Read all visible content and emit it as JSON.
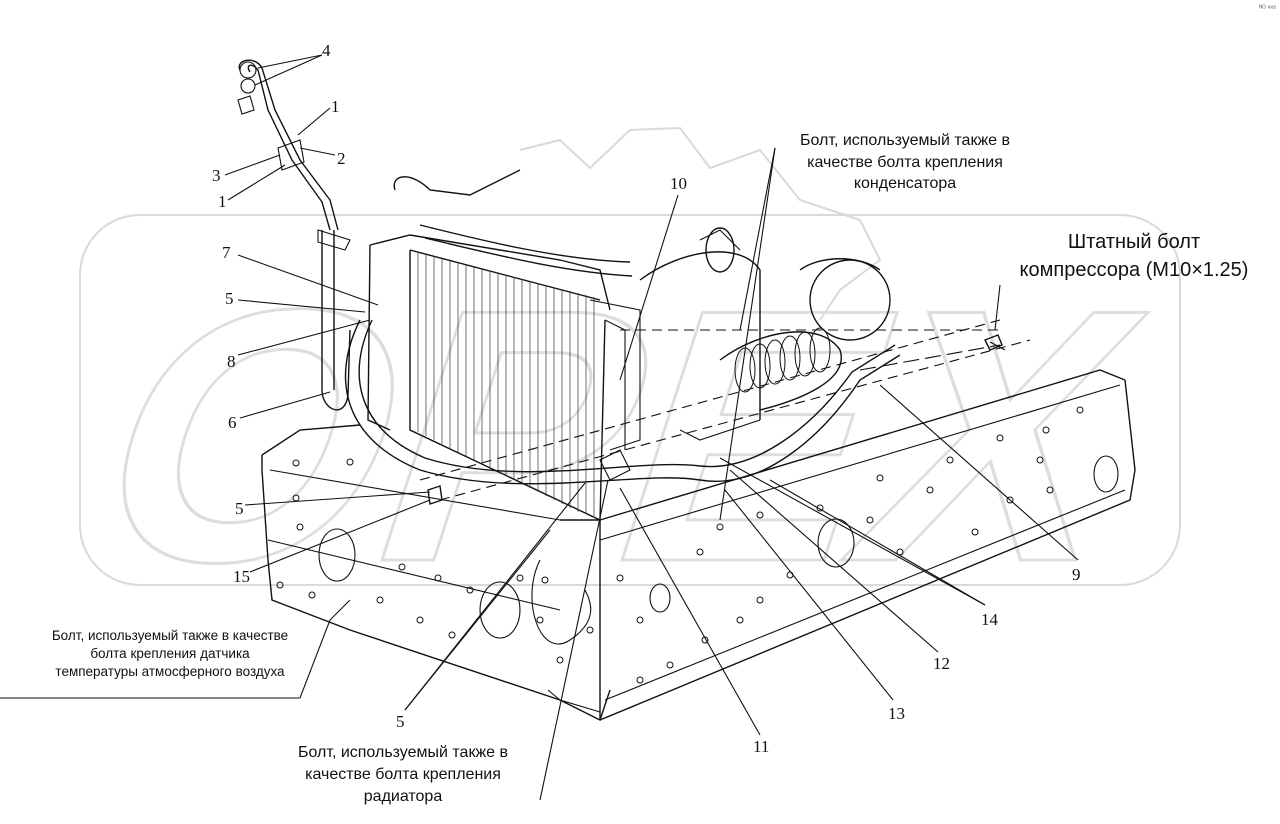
{
  "corner_mark": "ᴺᴼ ʷᵃˢ",
  "watermark": "OPEX",
  "labels": {
    "n4": "4",
    "n1a": "1",
    "n2": "2",
    "n3": "3",
    "n1b": "1",
    "n7": "7",
    "n5a": "5",
    "n8": "8",
    "n6": "6",
    "n5b": "5",
    "n15": "15",
    "n5c": "5",
    "n10": "10",
    "n11": "11",
    "n12": "12",
    "n13": "13",
    "n14": "14",
    "n9": "9"
  },
  "captions": {
    "condenser": [
      "Болт, используемый также в",
      "качестве болта крепления",
      "конденсатора"
    ],
    "compressor": [
      "Штатный болт",
      "компрессора (M10×1.25)"
    ],
    "sensor": [
      "Болт, используемый также в качестве",
      "болта крепления датчика",
      "температуры атмосферного воздуха"
    ],
    "radiator": [
      "Болт, используемый также в",
      "качестве болта крепления",
      "радиатора"
    ]
  }
}
